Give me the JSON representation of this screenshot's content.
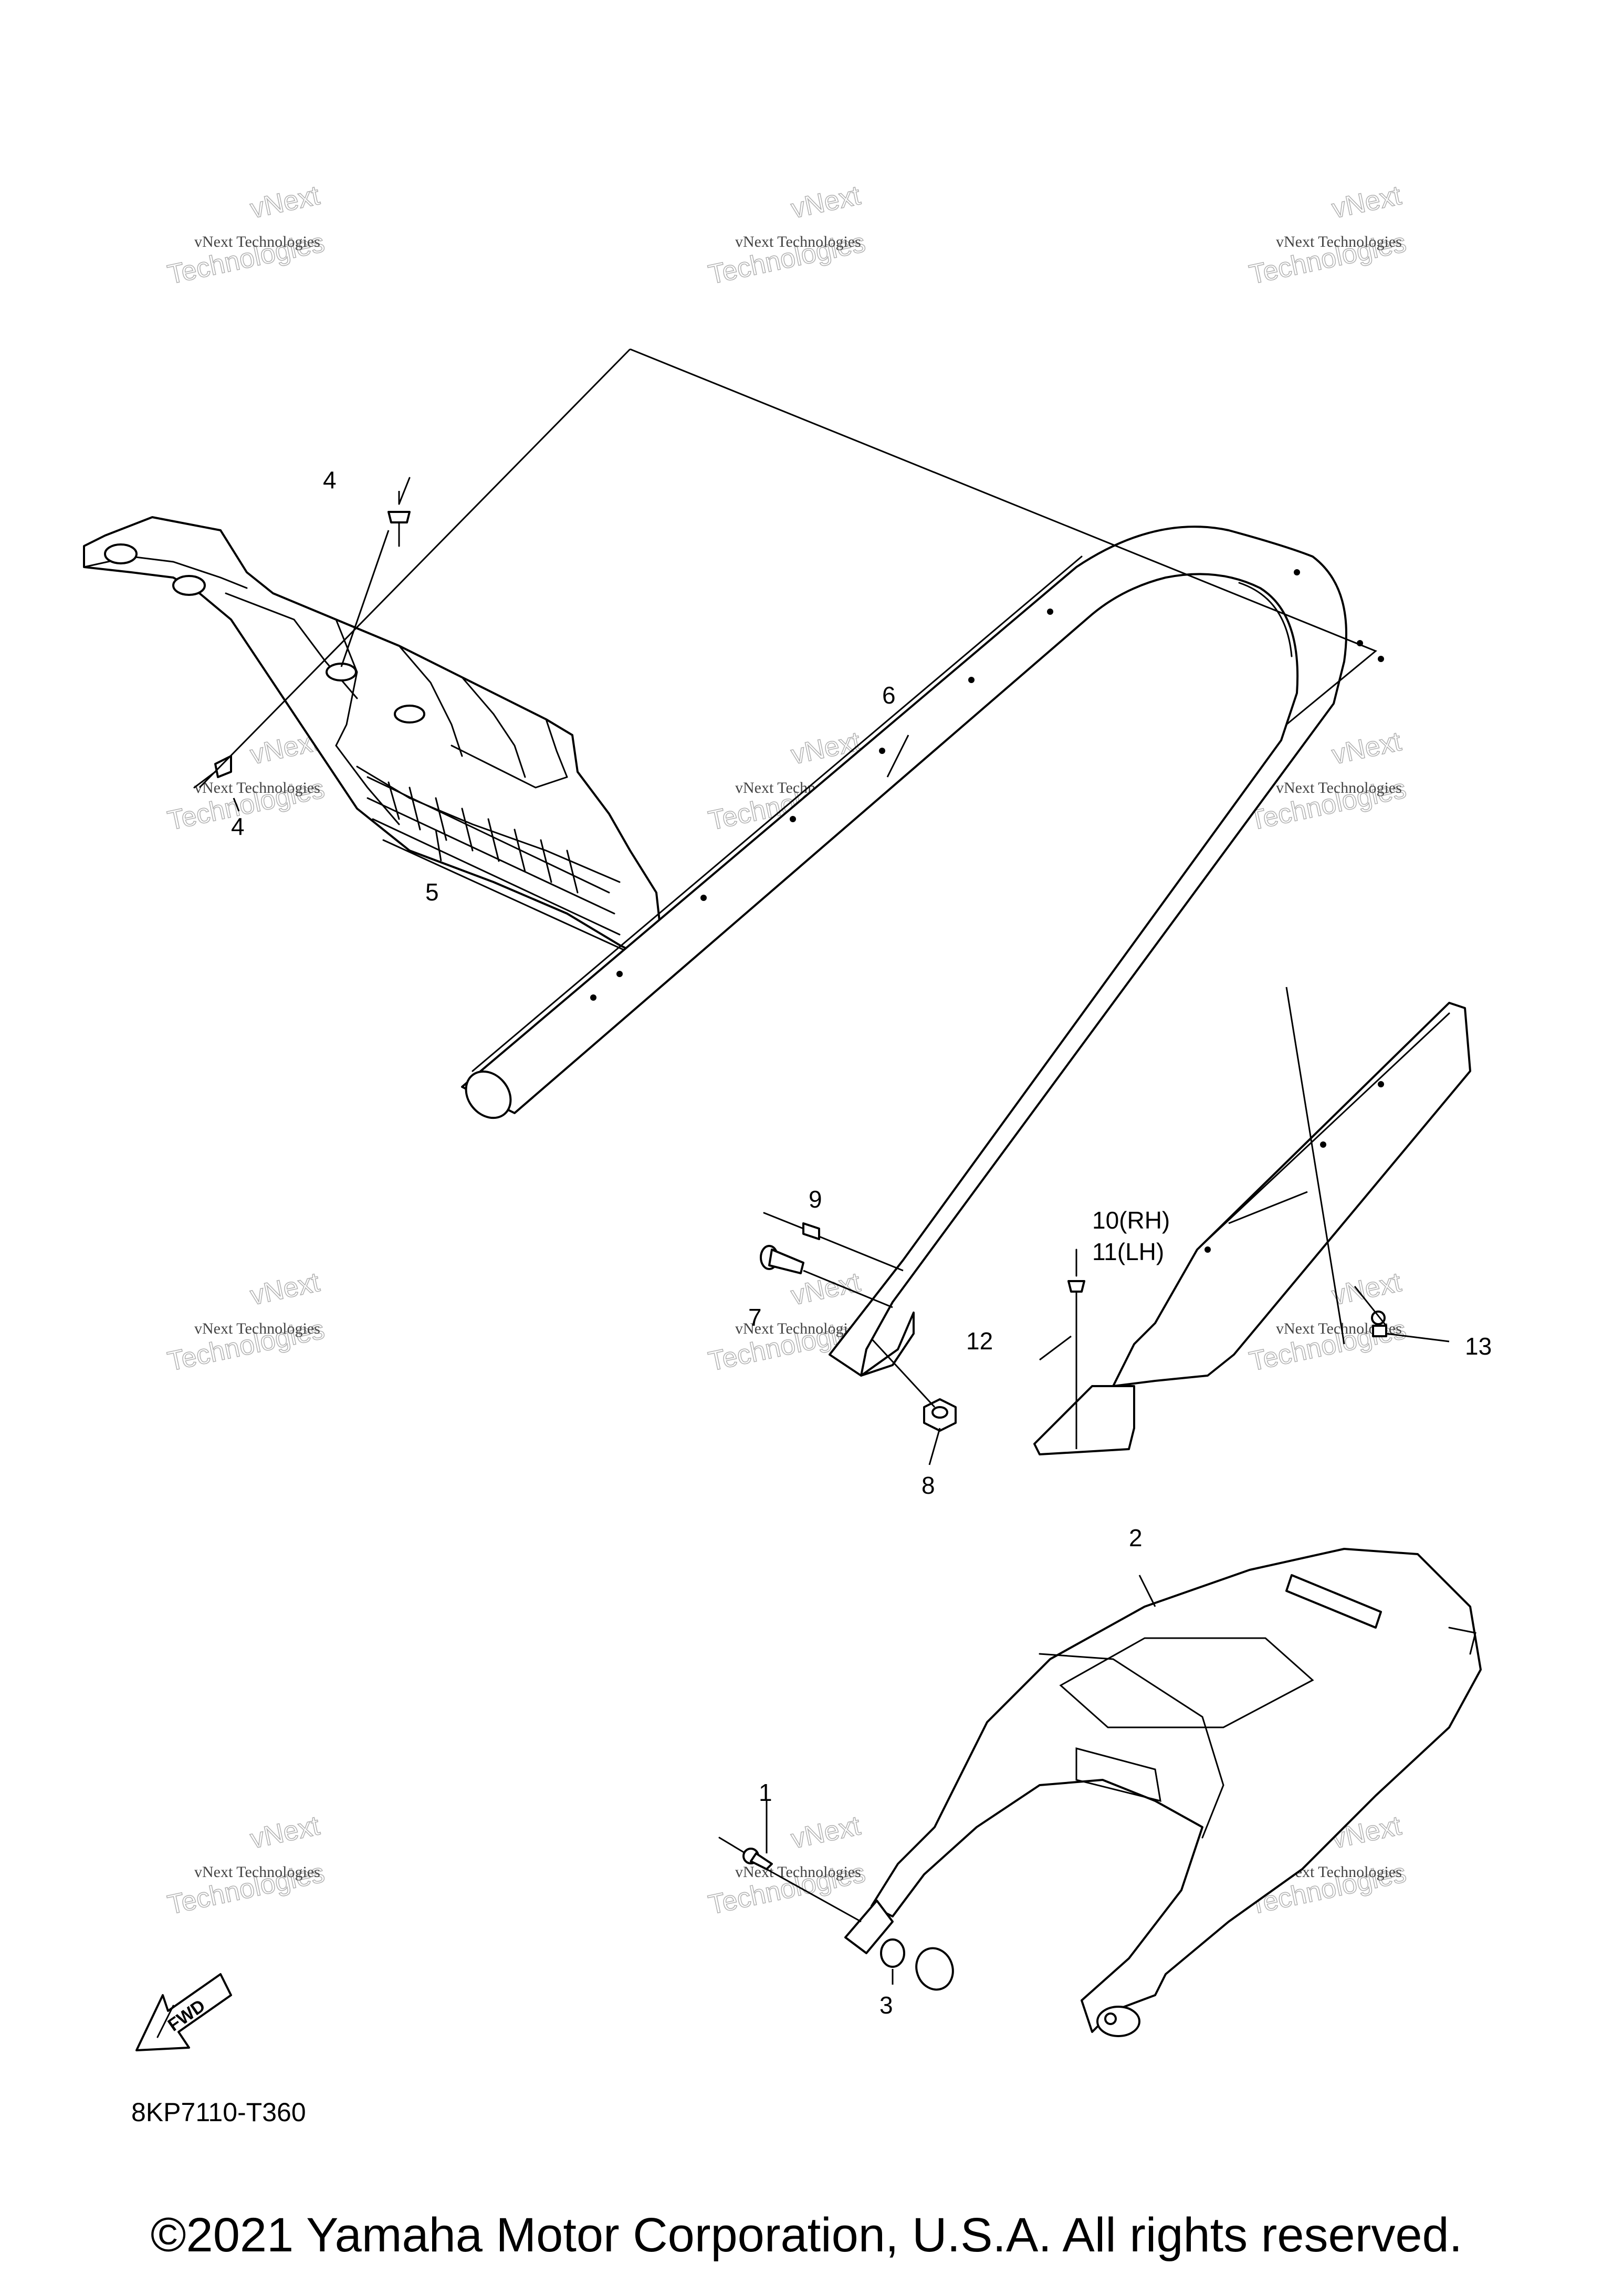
{
  "watermark": {
    "line1": "vNext",
    "line2": "Technologies",
    "full": "vNext Technologies"
  },
  "callouts": {
    "c1": "1",
    "c2": "2",
    "c3": "3",
    "c4a": "4",
    "c4b": "4",
    "c5": "5",
    "c6": "6",
    "c7": "7",
    "c8": "8",
    "c9": "9",
    "c10": "10(RH)",
    "c11": "11(LH)",
    "c12": "12",
    "c13": "13"
  },
  "fwd_label": "FWD",
  "diagram_code": "8KP7110-T360",
  "copyright": "©2021 Yamaha Motor Corporation, U.S.A. All rights reserved.",
  "icons": [
    "forward-arrow-icon",
    "yamaha-logo"
  ]
}
